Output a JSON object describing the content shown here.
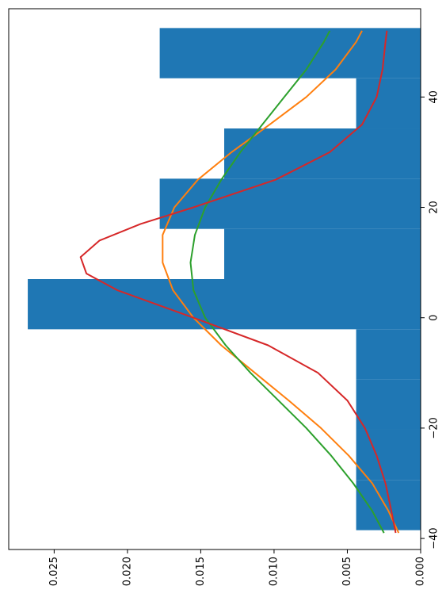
{
  "chart_data": {
    "type": "bar",
    "orientation": "rotated",
    "x_axis": {
      "ticks": [
        -40,
        -20,
        0,
        20,
        40
      ],
      "tick_labels": [
        "−40",
        "−20",
        "0",
        "20",
        "40"
      ],
      "lim": [
        -42,
        56
      ]
    },
    "y_axis": {
      "ticks": [
        0.0,
        0.005,
        0.01,
        0.015,
        0.02,
        0.025
      ],
      "tick_labels": [
        "0.000",
        "0.005",
        "0.010",
        "0.015",
        "0.020",
        "0.025"
      ],
      "lim": [
        0,
        0.0281
      ]
    },
    "grid": false,
    "bars": {
      "color": "#1f77b4",
      "bins": [
        {
          "x0": -38.5,
          "x1": -29.4,
          "value": 0.0044
        },
        {
          "x0": -29.4,
          "x1": -20.3,
          "value": 0.0044
        },
        {
          "x0": -20.3,
          "x1": -11.2,
          "value": 0.0044
        },
        {
          "x0": -11.2,
          "x1": -2.1,
          "value": 0.0044
        },
        {
          "x0": -2.1,
          "x1": 7.0,
          "value": 0.0268
        },
        {
          "x0": 7.0,
          "x1": 16.1,
          "value": 0.0134
        },
        {
          "x0": 16.1,
          "x1": 25.2,
          "value": 0.0178
        },
        {
          "x0": 25.2,
          "x1": 34.3,
          "value": 0.0134
        },
        {
          "x0": 34.3,
          "x1": 43.4,
          "value": 0.0044
        },
        {
          "x0": 43.4,
          "x1": 52.5,
          "value": 0.0178
        }
      ]
    },
    "series": [
      {
        "type": "line",
        "color": "#ff7f0e",
        "x": [
          -39,
          -35,
          -30,
          -25,
          -20,
          -15,
          -10,
          -5,
          0,
          5,
          10,
          15,
          20,
          25,
          30,
          35,
          40,
          45,
          50,
          52
        ],
        "values": [
          0.0015,
          0.0022,
          0.0033,
          0.0049,
          0.0068,
          0.009,
          0.0113,
          0.0136,
          0.0155,
          0.0169,
          0.0176,
          0.0176,
          0.0168,
          0.0152,
          0.0129,
          0.0103,
          0.0078,
          0.0058,
          0.0044,
          0.004
        ]
      },
      {
        "type": "line",
        "color": "#2ca02c",
        "x": [
          -39,
          -35,
          -30,
          -25,
          -20,
          -15,
          -10,
          -5,
          0,
          5,
          10,
          15,
          20,
          25,
          30,
          35,
          40,
          45,
          50,
          52
        ],
        "values": [
          0.0025,
          0.0033,
          0.0046,
          0.0061,
          0.0078,
          0.0097,
          0.0116,
          0.0133,
          0.0147,
          0.0155,
          0.0157,
          0.0154,
          0.0147,
          0.0136,
          0.0123,
          0.0108,
          0.0093,
          0.0078,
          0.0066,
          0.0062
        ]
      },
      {
        "type": "line",
        "color": "#d62728",
        "x": [
          -39,
          -35,
          -30,
          -25,
          -20,
          -15,
          -10,
          -5,
          0,
          5,
          8,
          11,
          14,
          17,
          20,
          25,
          30,
          35,
          40,
          45,
          50,
          52
        ],
        "values": [
          0.0017,
          0.002,
          0.0024,
          0.003,
          0.0038,
          0.005,
          0.007,
          0.0104,
          0.0155,
          0.0207,
          0.0228,
          0.0232,
          0.0219,
          0.0191,
          0.0155,
          0.0099,
          0.0062,
          0.004,
          0.003,
          0.0026,
          0.0024,
          0.0023
        ]
      }
    ]
  }
}
